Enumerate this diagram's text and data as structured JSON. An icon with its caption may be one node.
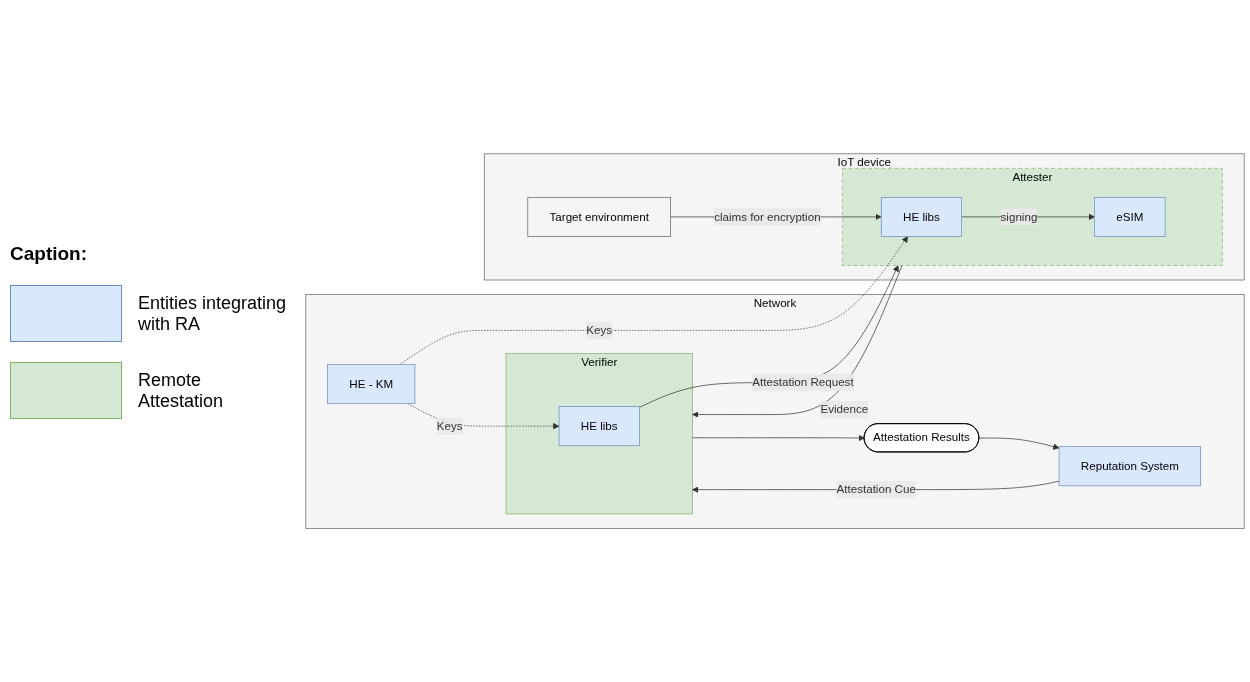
{
  "diagram": {
    "nodes": [
      {
        "text": [
          "Network"
        ]
      },
      {
        "text": [
          "Verifier"
        ],
        "in": 0
      },
      {
        "text": [
          "HE libs"
        ],
        "in": 1
      },
      {
        "text": [
          "Attestation Results"
        ],
        "in": 0
      },
      {
        "text": [
          "Reputation System"
        ],
        "in": 0
      },
      {
        "text": [
          "HE - KM"
        ],
        "in": 0
      },
      {
        "text": [
          "IoT device"
        ]
      },
      {
        "text": [
          "Attester"
        ],
        "in": 6
      },
      {
        "text": [
          "HE libs"
        ],
        "in": 7
      },
      {
        "text": [
          "eSIM"
        ],
        "in": 7
      },
      {
        "text": [
          "Target environment"
        ],
        "in": 6
      }
    ],
    "edges": [
      {
        "from": 4,
        "to": 1,
        "arrow": "to",
        "label": "Attestation Cue"
      },
      {
        "from": 1,
        "to": 3,
        "arrow": "to"
      },
      {
        "from": 3,
        "to": 4,
        "arrow": "to"
      },
      {
        "from": 5,
        "to": 2,
        "arrow": "to",
        "label": "Keys",
        "style": "dashed"
      },
      {
        "from": 5,
        "to": 8,
        "arrow": "to",
        "label": "Keys",
        "style": "dashed"
      },
      {
        "from": 2,
        "to": 7,
        "arrow": "to",
        "label": "Attestation Request"
      },
      {
        "from": 7,
        "to": 1,
        "arrow": "to",
        "label": "Evidence"
      },
      {
        "from": 10,
        "to": 8,
        "arrow": "to",
        "label": "claims for encryption"
      },
      {
        "from": 8,
        "to": 9,
        "arrow": "to",
        "label": "signing"
      }
    ],
    "labels": [
      "Caption:"
    ],
    "legend": [
      {
        "text": "Entities integrating with RA",
        "color": "#dae8fc"
      },
      {
        "text": "Remote Attestation",
        "color": "#d5e8d4"
      }
    ]
  }
}
